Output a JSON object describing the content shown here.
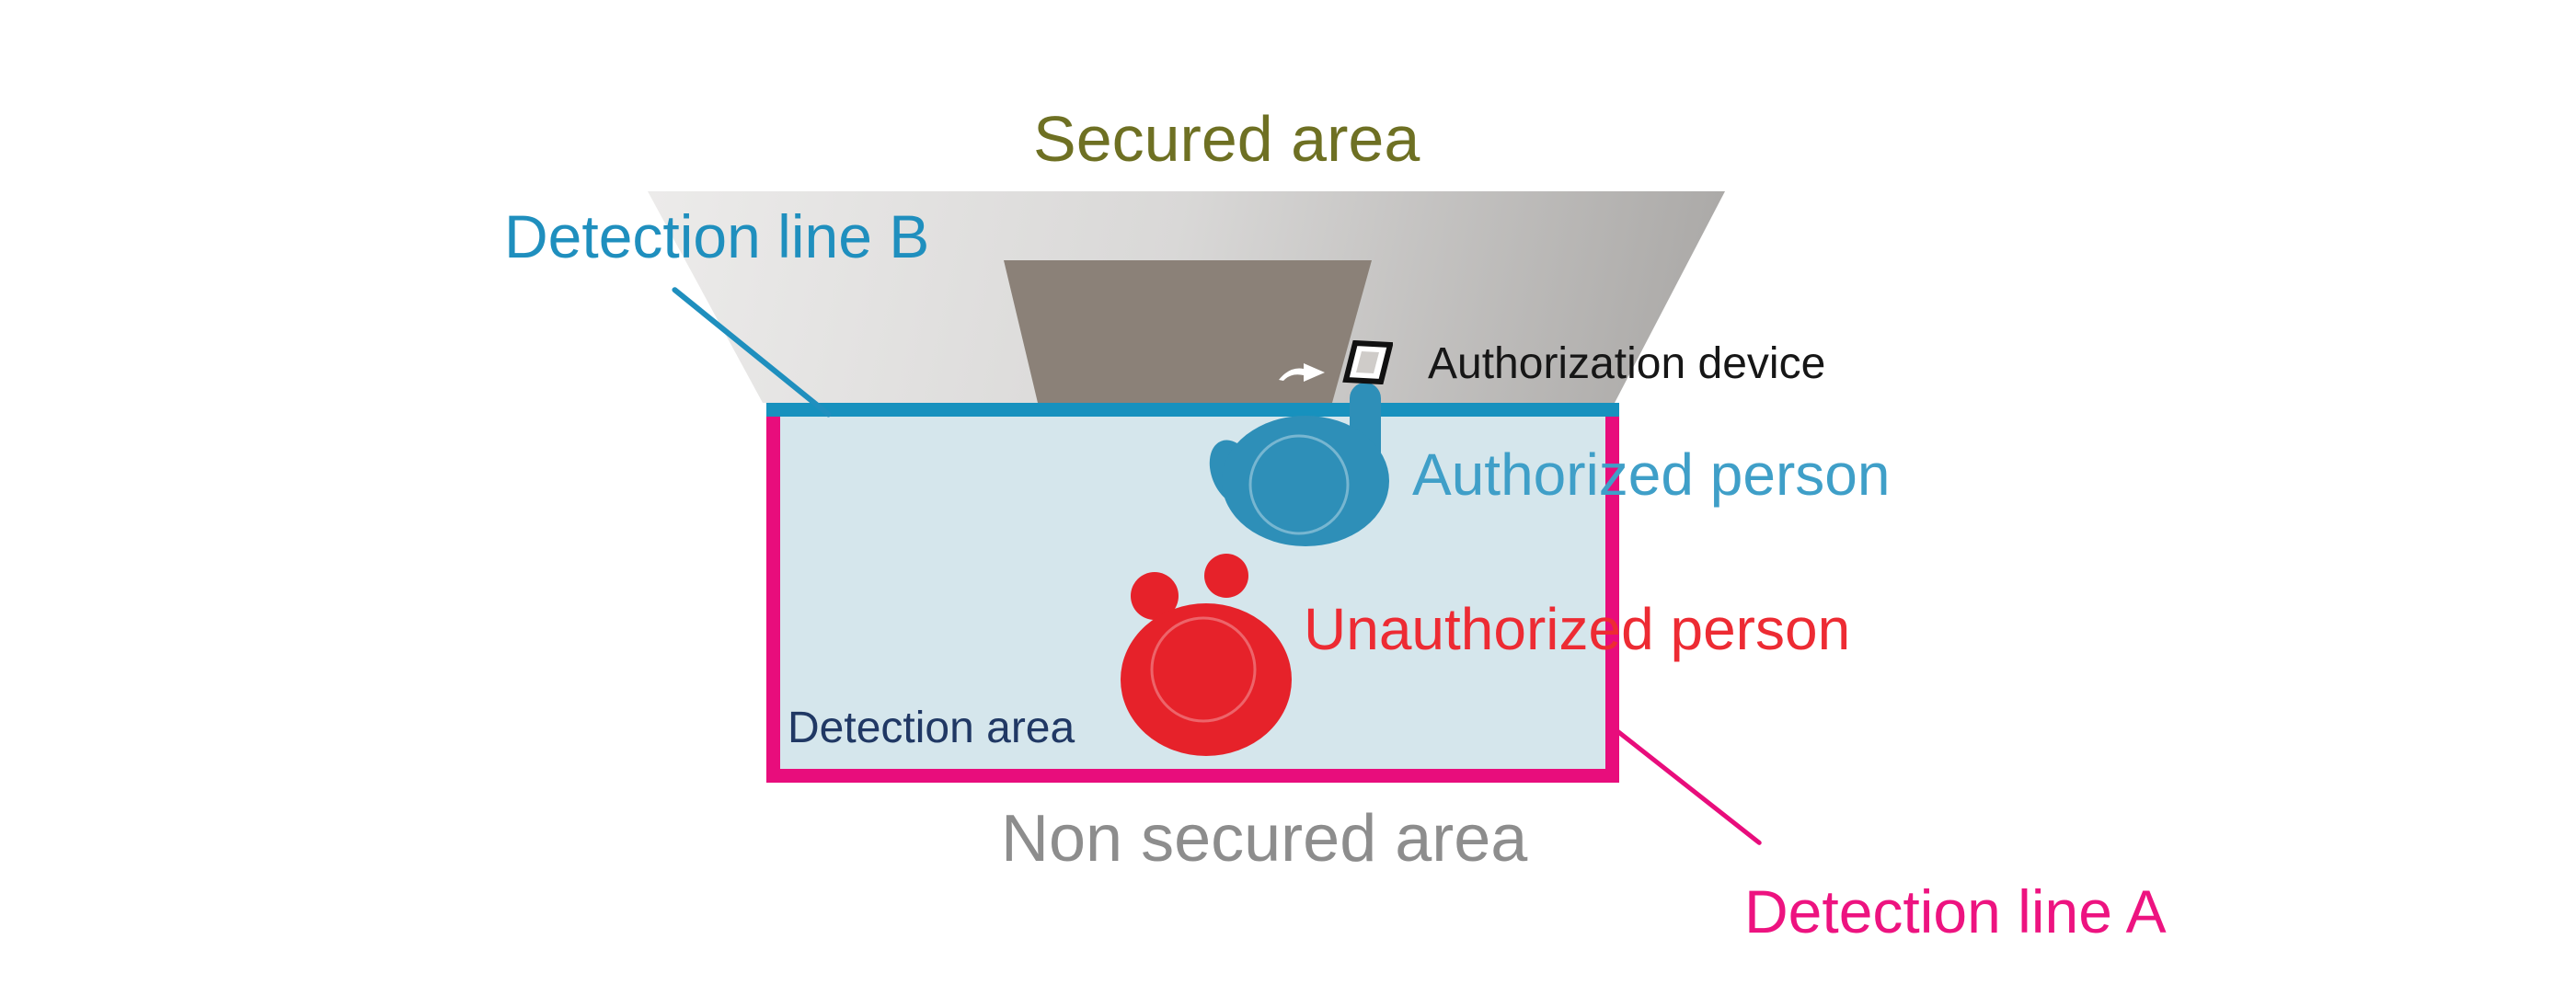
{
  "diagram": {
    "title_context": "Detection area diagram",
    "labels": {
      "secured_area": "Secured area",
      "detection_line_b": "Detection line B",
      "authorization_device": "Authorization device",
      "authorized_person": "Authorized person",
      "unauthorized_person": "Unauthorized person",
      "detection_area": "Detection area",
      "non_secured_area": "Non secured area",
      "detection_line_a": "Detection line A"
    },
    "icons": [
      {
        "name": "authorization-device-icon",
        "meaning": "card reader / authorization device"
      },
      {
        "name": "entry-arrow-icon",
        "meaning": "white arrow pointing toward device"
      },
      {
        "name": "authorized-person-icon",
        "meaning": "blue top-view person reaching toward device"
      },
      {
        "name": "unauthorized-person-icon",
        "meaning": "red top-view person inside detection area"
      }
    ],
    "colors": {
      "blue": "#1f8fbe",
      "blue_bar": "#1791be",
      "person_blue": "#2e8fb8",
      "blue_text_light": "#3f9fc8",
      "fill_light_blue": "#d5e6ec",
      "pink": "#e80d7c",
      "pink_text": "#ed1380",
      "red": "#e6222a",
      "red_text": "#ed2b33",
      "olive": "#6e7023",
      "navy": "#203864",
      "gray_text": "#8d8d8d",
      "ink": "#161616",
      "door_gray": "#8b8178",
      "trap_light": "#ecebea",
      "trap_dark": "#a8a6a4",
      "bg": "#ffffff"
    }
  }
}
